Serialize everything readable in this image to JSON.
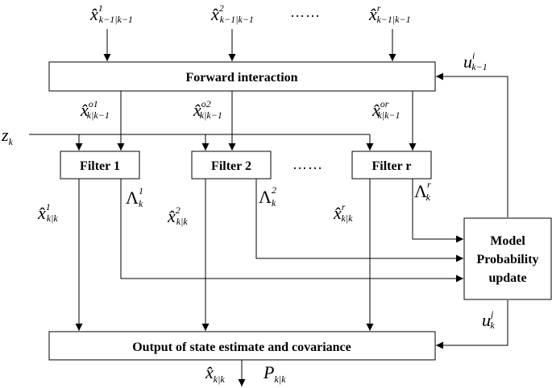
{
  "boxes": {
    "forward_interaction": "Forward interaction",
    "filter_1": "Filter 1",
    "filter_2": "Filter 2",
    "filter_r": "Filter r",
    "model_update": [
      "Model",
      "Probability",
      "update"
    ],
    "output": "Output of state estimate and covariance"
  },
  "inputs": [
    {
      "base": "x̂",
      "sup": "1",
      "sub": "k−1|k−1"
    },
    {
      "base": "x̂",
      "sup": "2",
      "sub": "k−1|k−1"
    },
    {
      "base": "x̂",
      "sup": "r",
      "sub": "k−1|k−1"
    }
  ],
  "input_ellipsis": "……",
  "mixed": [
    {
      "base": "x̂",
      "sup": "o1",
      "sub": "k|k−1"
    },
    {
      "base": "x̂",
      "sup": "o2",
      "sub": "k|k−1"
    },
    {
      "base": "x̂",
      "sup": "or",
      "sub": "k|k−1"
    }
  ],
  "measurement": {
    "base": "z",
    "sub": "k"
  },
  "filter_ellipsis": "……",
  "filter_states": [
    {
      "base": "x̂",
      "sup": "1",
      "sub": "k|k"
    },
    {
      "base": "x̂",
      "sup": "2",
      "sub": "k|k"
    },
    {
      "base": "x̂",
      "sup": "r",
      "sub": "k|k"
    }
  ],
  "likelihoods": [
    {
      "base": "Λ",
      "sup": "1",
      "sub": "k"
    },
    {
      "base": "Λ",
      "sup": "2",
      "sub": "k"
    },
    {
      "base": "Λ",
      "sup": "r",
      "sub": "k"
    }
  ],
  "feedback_top": {
    "base": "u",
    "sup": "i",
    "sub": "k−1"
  },
  "feedback_bottom": {
    "base": "u",
    "sup": "j",
    "sub": "k"
  },
  "outputs": [
    {
      "base": "x̂",
      "sub": "k|k"
    },
    {
      "base": "P",
      "sub": "k|k"
    }
  ]
}
